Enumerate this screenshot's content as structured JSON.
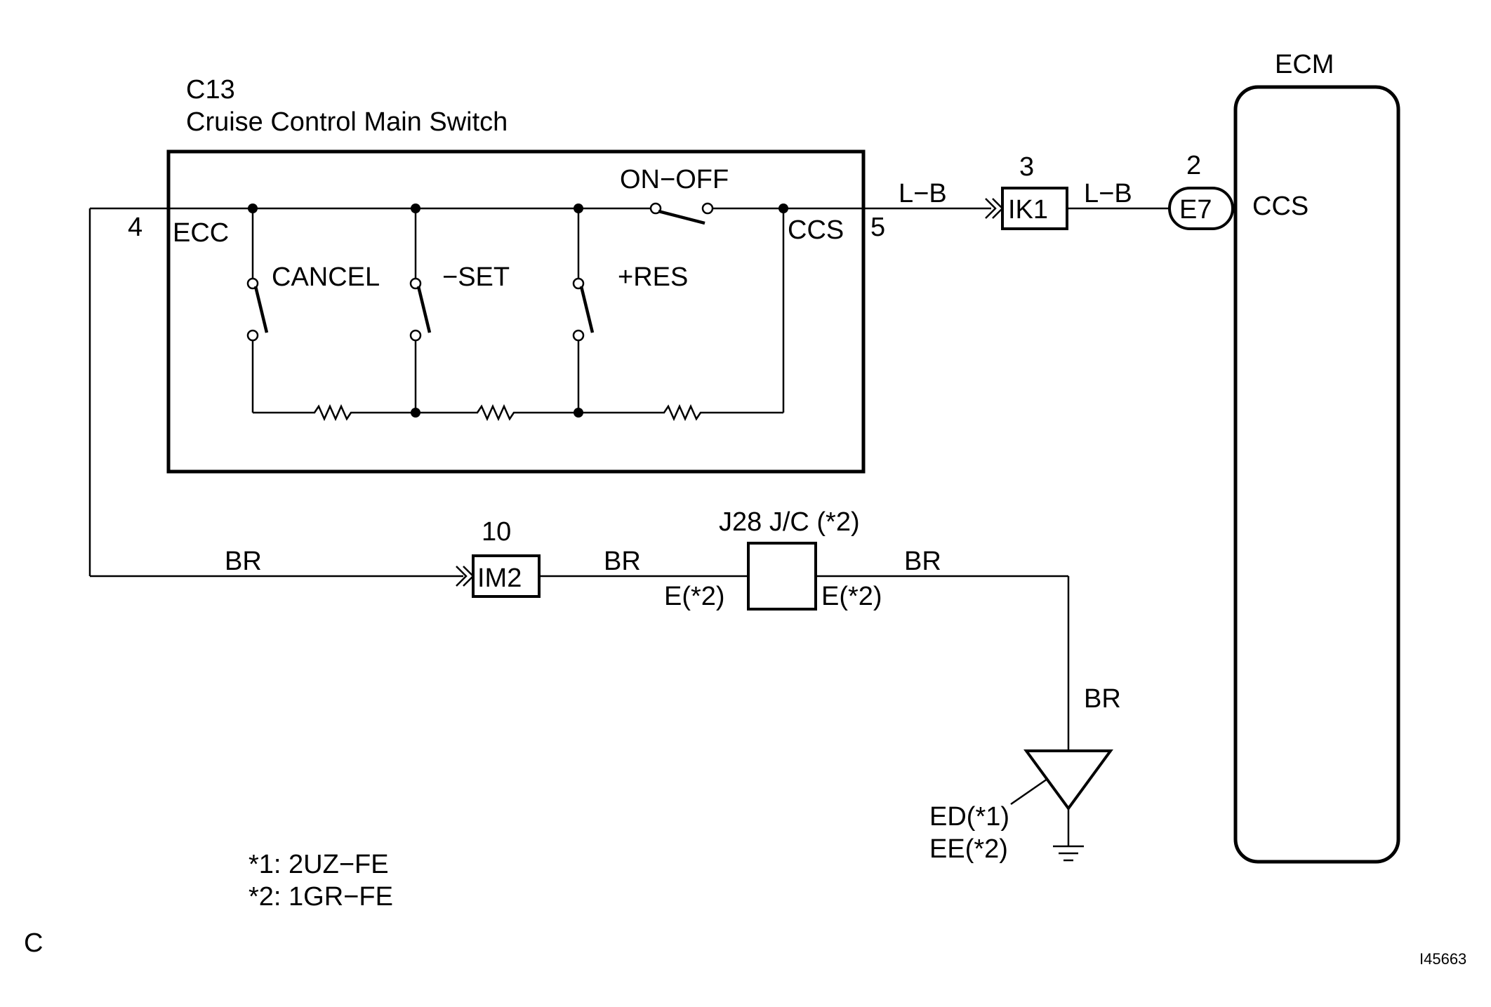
{
  "c13": {
    "code": "C13",
    "name": "Cruise Control Main Switch"
  },
  "switch": {
    "pin_left": "4",
    "label_left": "ECC",
    "pin_right": "5",
    "label_right": "CCS",
    "on_off": "ON−OFF",
    "cancel": "CANCEL",
    "set": "−SET",
    "res": "+RES"
  },
  "ecm": {
    "title": "ECM",
    "pin_label": "CCS"
  },
  "wires": {
    "lb_1": "L−B",
    "lb_2": "L−B",
    "br_1": "BR",
    "br_2": "BR",
    "br_3": "BR",
    "br_4": "BR"
  },
  "connectors": {
    "ik1": {
      "name": "IK1",
      "pin": "3"
    },
    "e7": {
      "name": "E7",
      "pin": "2"
    },
    "im2": {
      "name": "IM2",
      "pin": "10"
    }
  },
  "junction": {
    "title": "J28 J/C (*2)",
    "left_pin": "E(*2)",
    "right_pin": "E(*2)"
  },
  "ground": {
    "line1": "ED(*1)",
    "line2": "EE(*2)"
  },
  "notes": {
    "n1": "*1: 2UZ−FE",
    "n2": "*2: 1GR−FE"
  },
  "corner": {
    "letter": "C",
    "figure_id": "I45663"
  }
}
